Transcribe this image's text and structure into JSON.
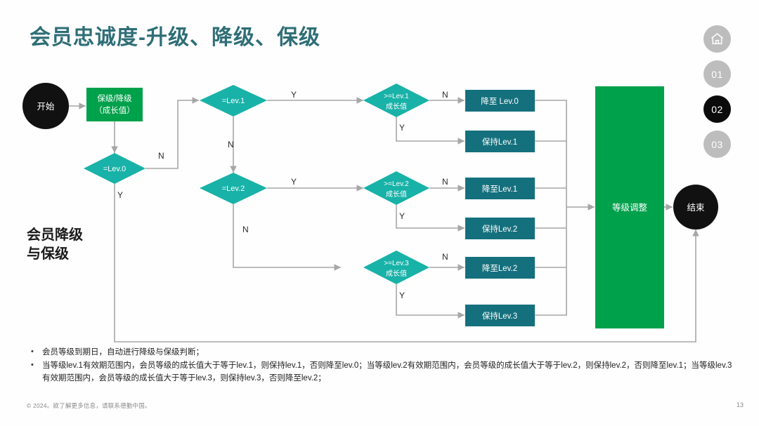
{
  "slide": {
    "title": "会员忠诚度-升级、降级、保级",
    "section_label": "会员降级\n与保级",
    "title_color": "#2e6e76"
  },
  "nav": {
    "items": [
      {
        "name": "home",
        "label": "",
        "icon": "home-icon",
        "active": false
      },
      {
        "name": "01",
        "label": "01",
        "icon": "",
        "active": false
      },
      {
        "name": "02",
        "label": "02",
        "icon": "",
        "active": true
      },
      {
        "name": "03",
        "label": "03",
        "icon": "",
        "active": false
      }
    ],
    "inactive_color": "#bdbdbd",
    "active_color": "#0b0b0b"
  },
  "flow": {
    "colors": {
      "terminator": "#111111",
      "process_green": "#00a14b",
      "decision_teal": "#18b2a8",
      "result_dark_teal": "#15707d",
      "connector": "#a6a6a6"
    },
    "nodes": {
      "start": "开始",
      "entry_line1": "保级/降级",
      "entry_line2": "（成长值）",
      "d_lev0": "=Lev.0",
      "d_lev1": "=Lev.1",
      "d_lev2": "=Lev.2",
      "g_lev1_l1": ">=Lev.1",
      "g_lev1_l2": "成长值",
      "g_lev2_l1": ">=Lev.2",
      "g_lev2_l2": "成长值",
      "g_lev3_l1": ">=Lev.3",
      "g_lev3_l2": "成长值",
      "r_down_lev0": "降至 Lev.0",
      "r_keep_lev1": "保持Lev.1",
      "r_down_lev1": "降至Lev.1",
      "r_keep_lev2": "保持Lev.2",
      "r_down_lev2": "降至Lev.2",
      "r_keep_lev3": "保持Lev.3",
      "adjust": "等级调整",
      "end": "结束"
    },
    "edge_labels": {
      "lev0_n": "N",
      "lev0_y": "Y",
      "lev1_y": "Y",
      "lev1_n": "N",
      "lev2_y": "Y",
      "lev2_n": "N",
      "g1_n": "N",
      "g1_y": "Y",
      "g2_n": "N",
      "g2_y": "Y",
      "g3_n": "N",
      "g3_y": "Y"
    }
  },
  "bullets": {
    "marker": "•",
    "items": [
      "会员等级到期日，自动进行降级与保级判断；",
      "当等级lev.1有效期范围内，会员等级的成长值大于等于lev.1，则保持lev.1，否则降至lev.0；当等级lev.2有效期范围内，会员等级的成长值大于等于lev.2，则保持lev.2，否则降至lev.1；当等级lev.3有效期范围内，会员等级的成长值大于等于lev.3，则保持lev.3，否则降至lev.2；"
    ]
  },
  "footer": {
    "copyright": "© 2024。欲了解更多信息，请联系德勤中国。",
    "page_number": "13"
  }
}
